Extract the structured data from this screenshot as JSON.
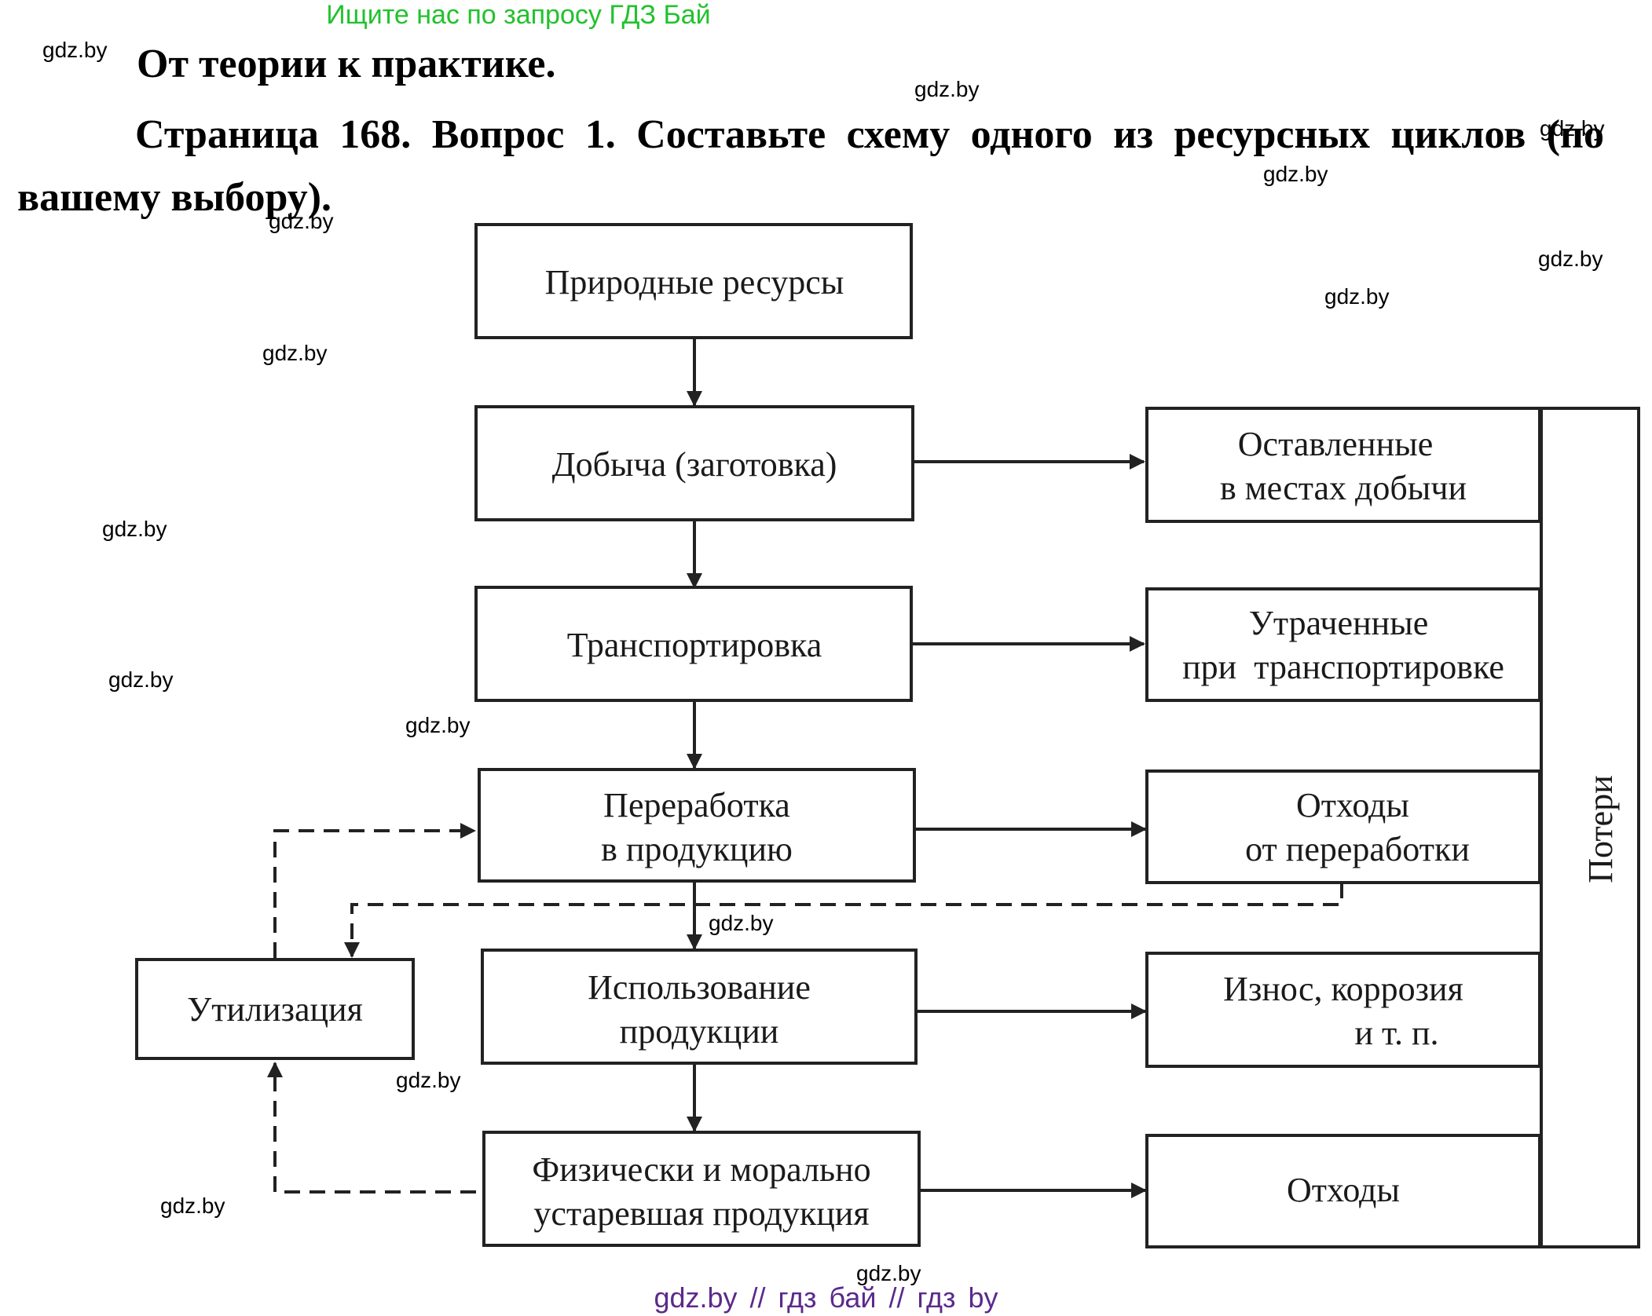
{
  "top_link": "Ищите нас по запросу ГДЗ Бай",
  "heading": "От теории к практике.",
  "task": "Страница 168. Вопрос 1. Составьте схему одного из ресурсных циклов (по вашему выбору).",
  "watermark": "gdz.by",
  "diagram": {
    "natural_resources": "Природные ресурсы",
    "extraction": "Добыча (заготовка)",
    "transportation": "Транспортировка",
    "processing": [
      "Переработка",
      "в продукцию"
    ],
    "usage": [
      "Использование",
      "продукции"
    ],
    "obsolete": [
      "Физически и морально",
      "устаревшая продукция"
    ],
    "utilization": "Утилизация",
    "left_at_sites": [
      "Оставленные",
      "в местах добычи"
    ],
    "lost_in_transport": [
      "Утраченные",
      "при  транспортировке"
    ],
    "processing_waste": [
      "Отходы",
      "от переработки"
    ],
    "wear": [
      "Износ, коррозия",
      "и т. п."
    ],
    "waste": "Отходы",
    "losses": "Потери"
  },
  "footer": "gdz.by  //  гдз бай  //  гдз by"
}
